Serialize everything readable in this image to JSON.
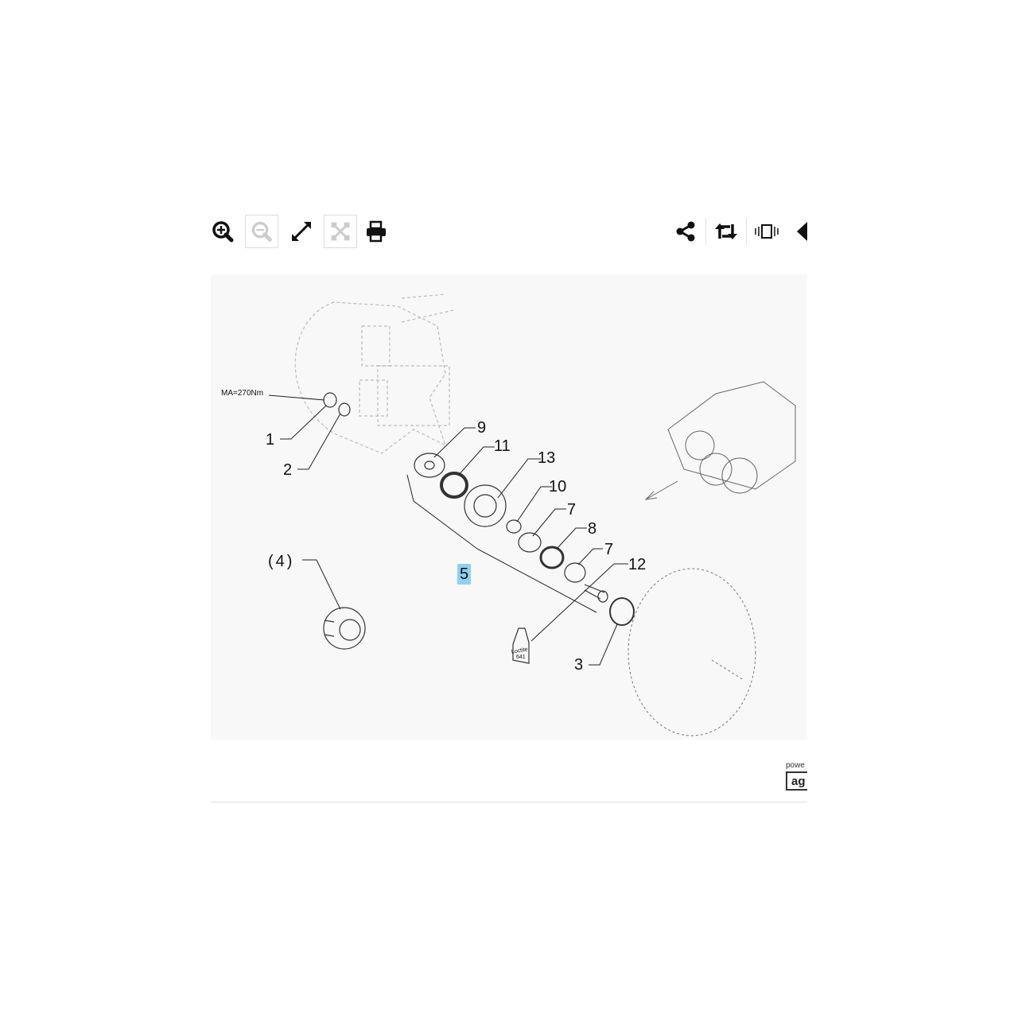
{
  "toolbar": {
    "left": [
      {
        "icon": "zoom-in-icon",
        "enabled": true
      },
      {
        "icon": "zoom-out-icon",
        "enabled": false
      },
      {
        "icon": "fullscreen-icon",
        "enabled": true
      },
      {
        "icon": "fit-icon",
        "enabled": false
      },
      {
        "icon": "print-icon",
        "enabled": true
      }
    ],
    "right": [
      {
        "icon": "share-icon"
      },
      {
        "icon": "retweet-icon"
      },
      {
        "icon": "carousel-icon"
      },
      {
        "icon": "back-icon"
      }
    ]
  },
  "diagram": {
    "torque_note": "MA=270Nm",
    "callouts": [
      "1",
      "2",
      "9",
      "11",
      "13",
      "10",
      "7",
      "8",
      "7",
      "12",
      "5",
      "3",
      "(4)"
    ],
    "bottle_label_1": "Loctite",
    "bottle_label_2": "641",
    "highlighted": "5",
    "highlight_color": "#8fd0f0"
  },
  "footer": {
    "powered": "powe",
    "logo": "ag"
  }
}
